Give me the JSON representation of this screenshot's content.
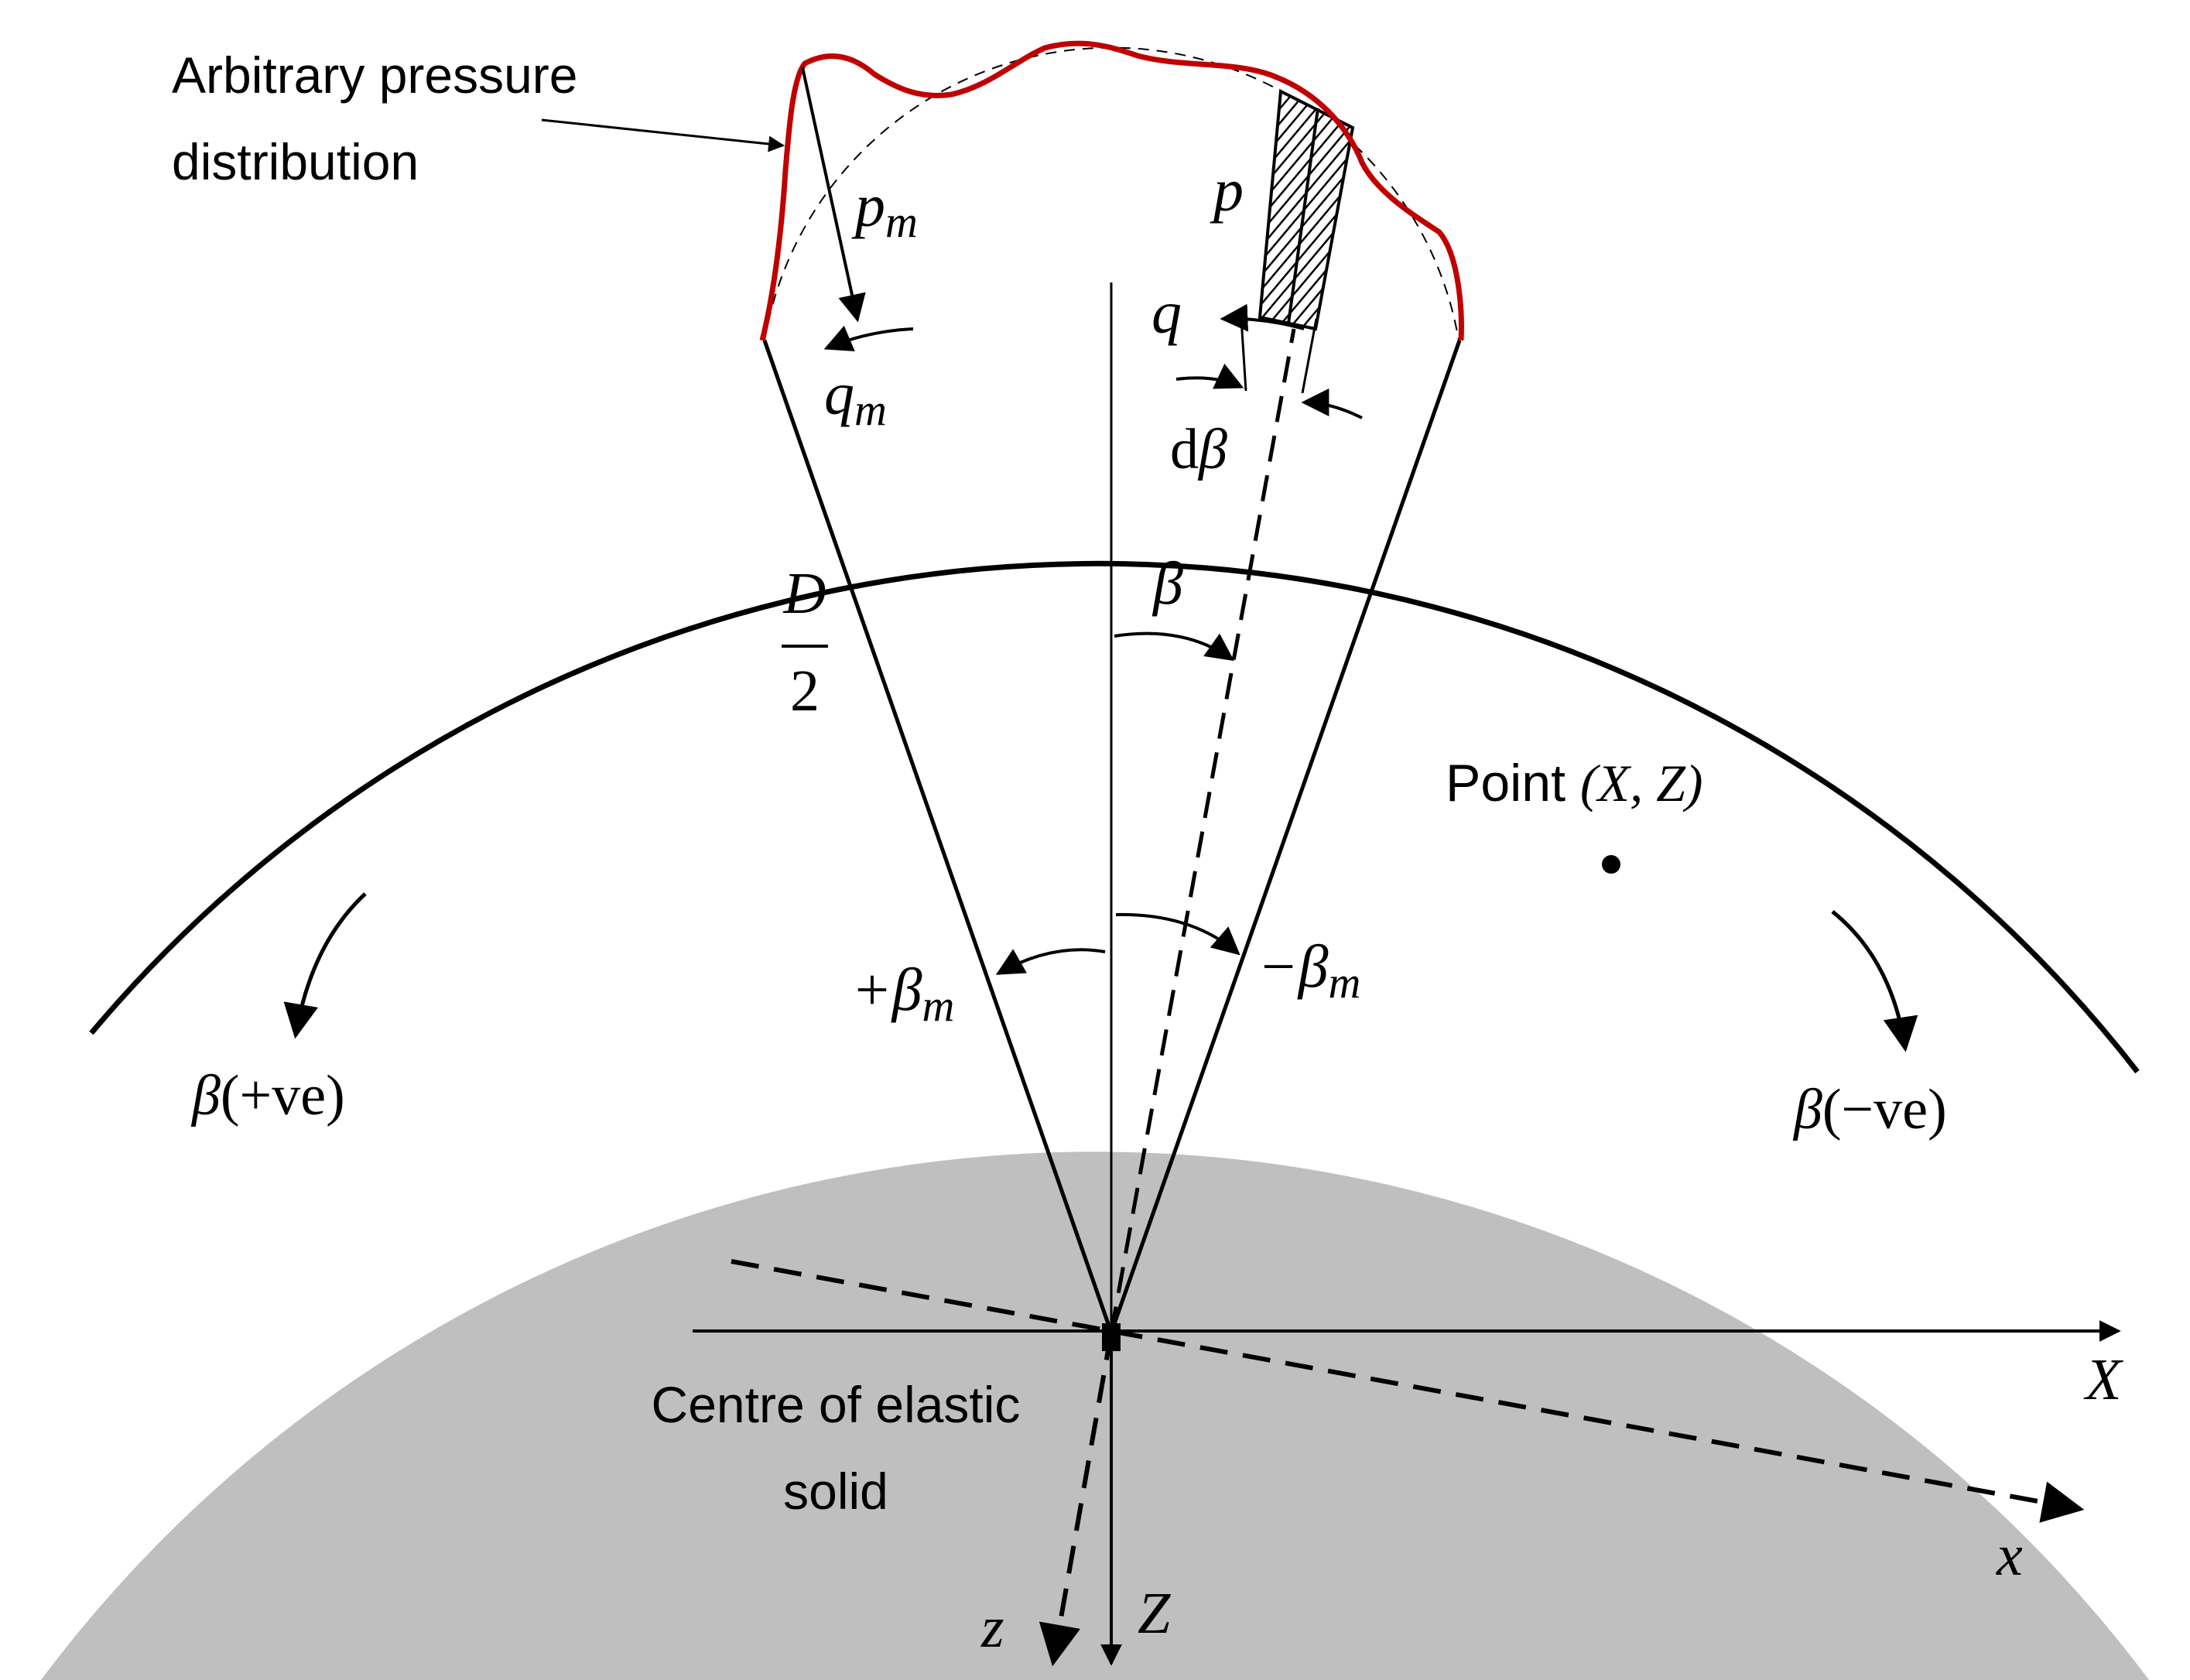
{
  "labels": {
    "pressure_line1": "Arbitrary pressure",
    "pressure_line2": "distribution",
    "p": "p",
    "p_m_main": "p",
    "p_m_sub": "m",
    "q": "q",
    "q_m_main": "q",
    "q_m_sub": "m",
    "dbeta_d": "d",
    "dbeta_beta": "β",
    "radius_num": "D",
    "radius_den": "2",
    "beta": "β",
    "plus_beta_m_main": "+β",
    "plus_beta_m_sub": "m",
    "minus_beta_m_main": "−β",
    "minus_beta_m_sub": "m",
    "point_word": "Point ",
    "point_coords": "(X, Z)",
    "beta_pos_sym": "β",
    "beta_pos_txt": "(+ve)",
    "beta_neg_sym": "β",
    "beta_neg_txt": "(−ve)",
    "centre_line1": "Centre of elastic",
    "centre_line2": "solid",
    "axis_X": "X",
    "axis_Z": "Z",
    "axis_x": "x",
    "axis_z": "z"
  },
  "colors": {
    "solid_fill": "#bfbfbf",
    "pressure_curve": "#c00000",
    "line": "#000000",
    "background": "#ffffff"
  }
}
